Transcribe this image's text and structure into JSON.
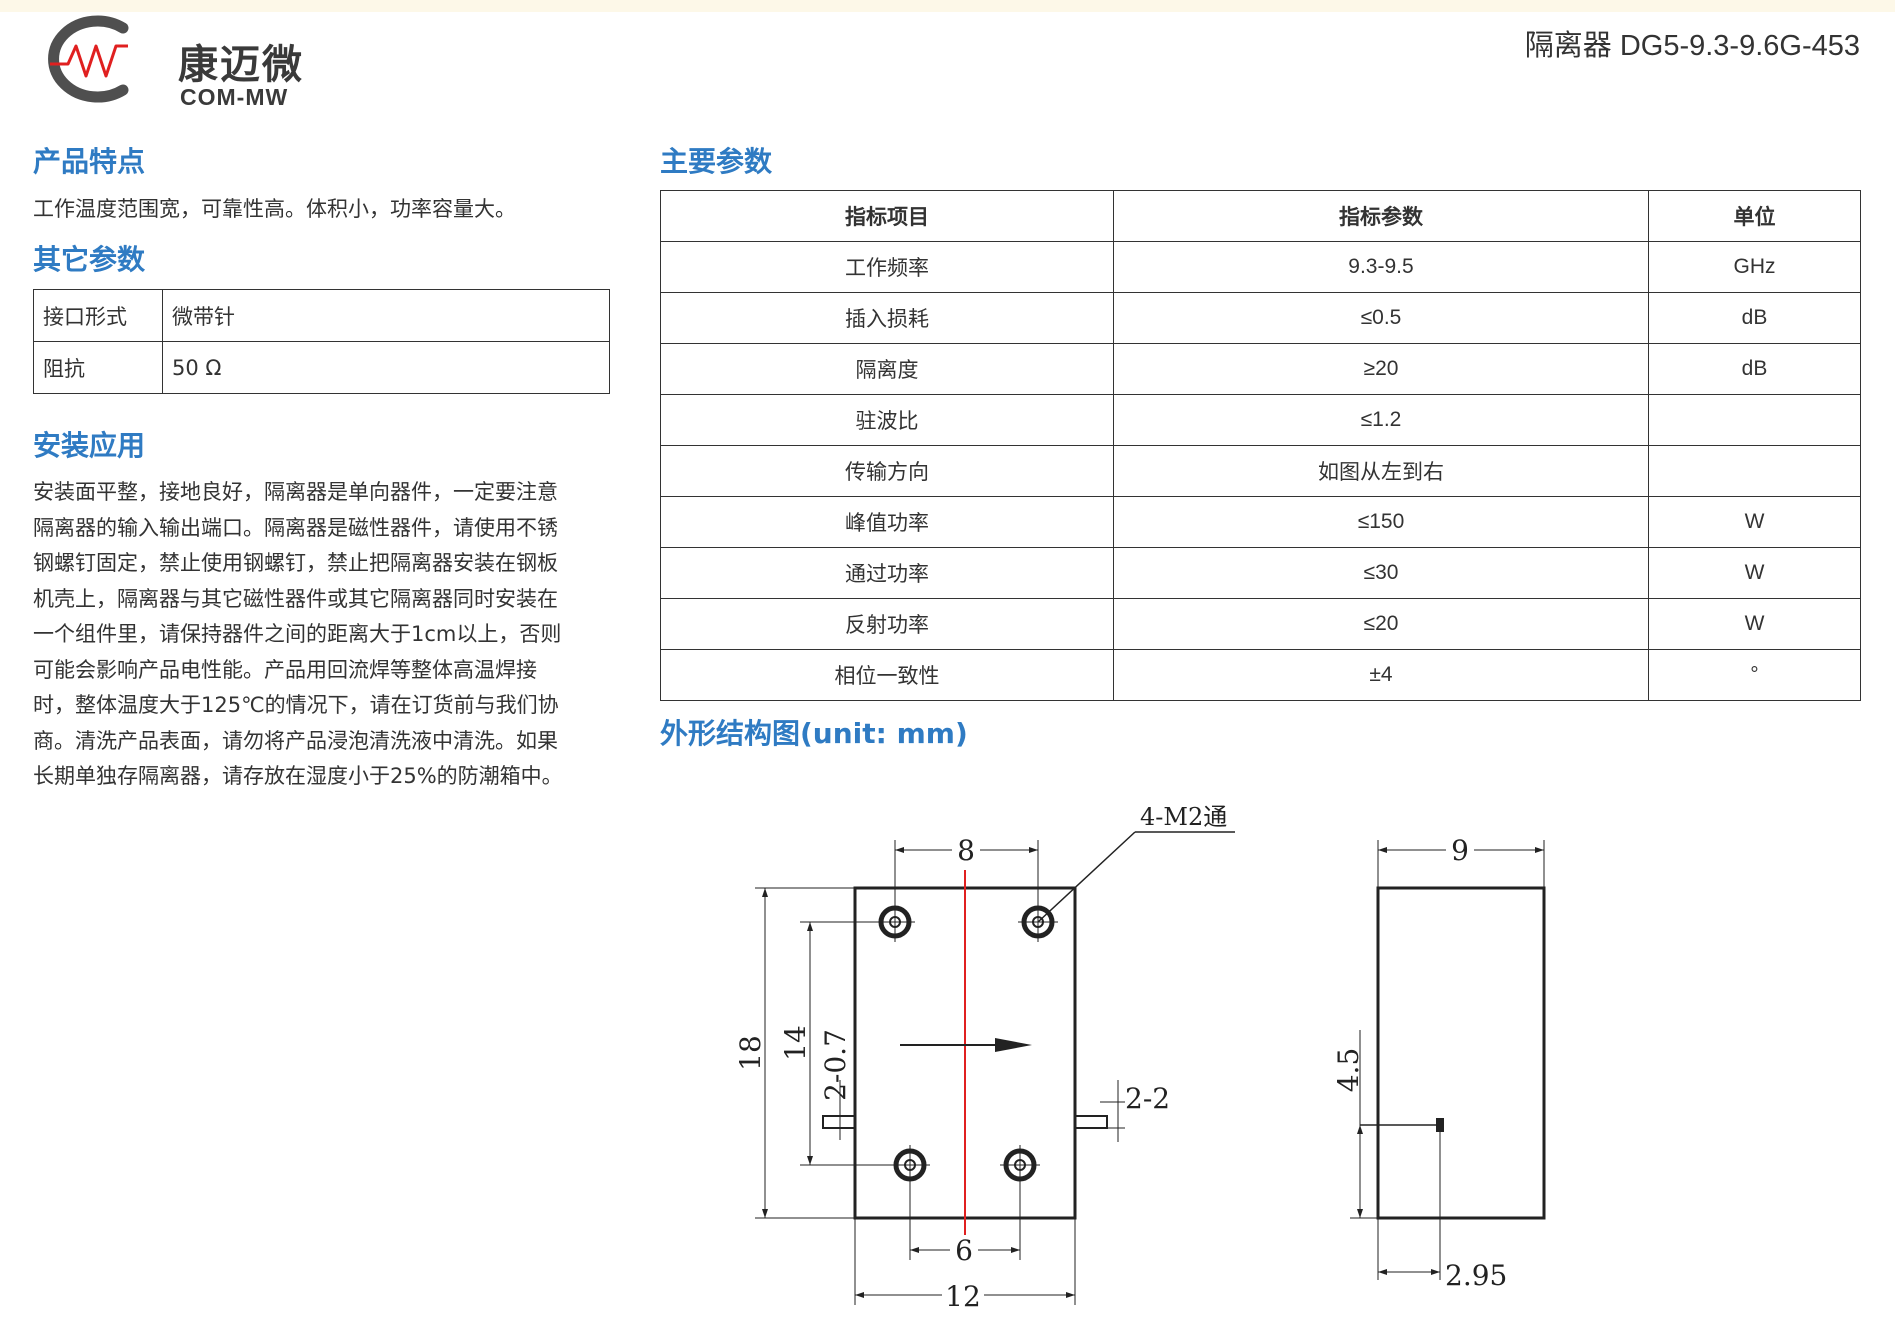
{
  "header": {
    "brand_cn": "康迈微",
    "brand_en": "COM-MW",
    "doc_title": "隔离器 DG5-9.3-9.6G-453"
  },
  "features": {
    "title": "产品特点",
    "text": "工作温度范围宽，可靠性高。体积小，功率容量大。"
  },
  "other_params": {
    "title": "其它参数",
    "rows": [
      {
        "label": "接口形式",
        "value": "微带针"
      },
      {
        "label": "阻抗",
        "value": "50 Ω"
      }
    ]
  },
  "install": {
    "title": "安装应用",
    "lines": [
      "安装面平整，接地良好，隔离器是单向器件，一定要注意",
      "隔离器的输入输出端口。隔离器是磁性器件，请使用不锈",
      "钢螺钉固定，禁止使用钢螺钉，禁止把隔离器安装在钢板",
      "机壳上，隔离器与其它磁性器件或其它隔离器同时安装在",
      "一个组件里，请保持器件之间的距离大于1cm以上，否则",
      "可能会影响产品电性能。产品用回流焊等整体高温焊接",
      "时，整体温度大于125℃的情况下，请在订货前与我们协",
      "商。清洗产品表面，请勿将产品浸泡清洗液中清洗。如果",
      "长期单独存隔离器，请存放在湿度小于25%的防潮箱中。"
    ]
  },
  "main_params": {
    "title": "主要参数",
    "headers": [
      "指标项目",
      "指标参数",
      "单位"
    ],
    "rows": [
      {
        "item": "工作频率",
        "value": "9.3-9.5",
        "unit": "GHz"
      },
      {
        "item": "插入损耗",
        "value": "≤0.5",
        "unit": "dB"
      },
      {
        "item": "隔离度",
        "value": "≥20",
        "unit": "dB"
      },
      {
        "item": "驻波比",
        "value": "≤1.2",
        "unit": ""
      },
      {
        "item": "传输方向",
        "value": "如图从左到右",
        "unit": ""
      },
      {
        "item": "峰值功率",
        "value": "≤150",
        "unit": "W"
      },
      {
        "item": "通过功率",
        "value": "≤30",
        "unit": "W"
      },
      {
        "item": "反射功率",
        "value": "≤20",
        "unit": "W"
      },
      {
        "item": "相位一致性",
        "value": "±4",
        "unit": "°"
      }
    ]
  },
  "outline": {
    "title": "外形结构图(unit: mm)",
    "dims": {
      "d8": "8",
      "d12": "12",
      "d18": "18",
      "d14": "14",
      "d6": "6",
      "d2_07": "2-0.7",
      "d2_2": "2-2",
      "hole_note": "4-M2通",
      "d9": "9",
      "d45": "4.5",
      "d295": "2.95"
    }
  },
  "colors": {
    "accent": "#2f7bc3",
    "logo_red": "#e02020",
    "logo_gray": "#5a5a5a",
    "centerline": "#e02020"
  }
}
